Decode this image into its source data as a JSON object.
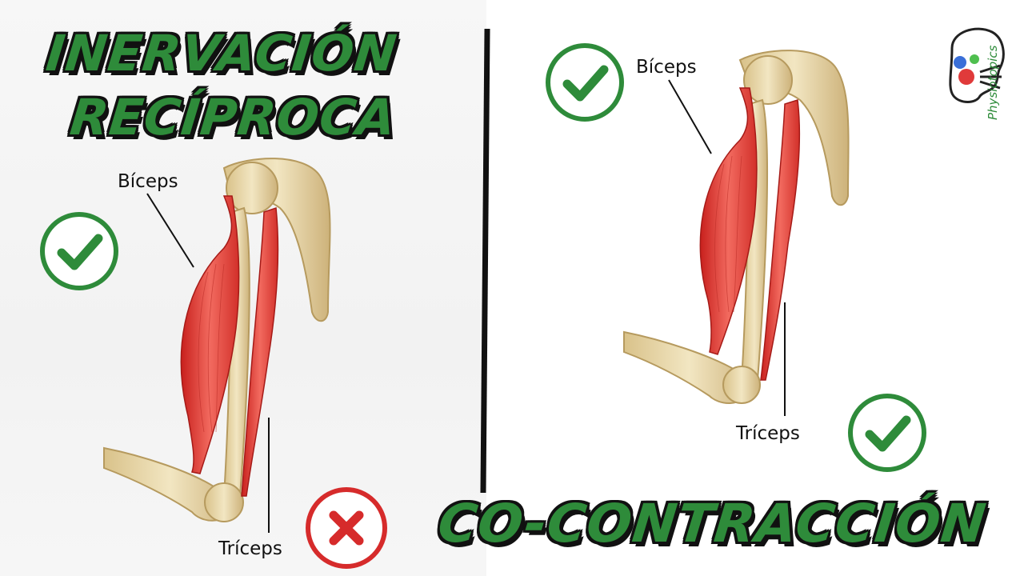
{
  "titles": {
    "line1": "INERVACIÓN",
    "line2": "RECÍPROCA",
    "bottom": "CO-CONTRACCIÓN"
  },
  "left_panel": {
    "biceps_label": "Bíceps",
    "triceps_label": "Tríceps",
    "biceps_status": "check-icon",
    "triceps_status": "cross-icon"
  },
  "right_panel": {
    "biceps_label": "Bíceps",
    "triceps_label": "Tríceps",
    "biceps_status": "check-icon",
    "triceps_status": "check-icon"
  },
  "logo": {
    "text": "Physiotopics"
  },
  "colors": {
    "title_green": "#2e8b3a",
    "check_green": "#2e8b3a",
    "cross_red": "#d62b2b",
    "muscle_red": "#e3413a",
    "bone": "#e9d9a8"
  }
}
